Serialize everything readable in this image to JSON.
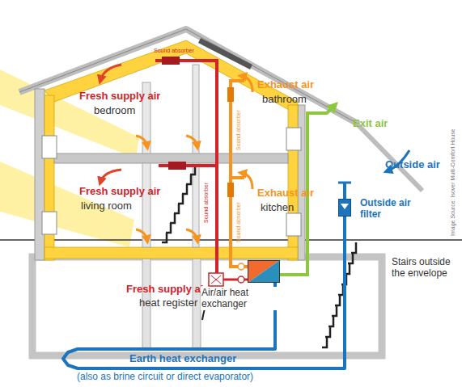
{
  "diagram": {
    "nodes": [
      {
        "text": [
          "Air/air heat exchanger"
        ]
      },
      {
        "text": [
          "Outside air filter"
        ]
      }
    ],
    "edges": [
      {
        "from": 1,
        "to": 0,
        "arrow": "none"
      }
    ],
    "labels": [
      "Sound absorber",
      "Fresh supply air",
      "bedroom",
      "Exhaust air",
      "bathroom",
      "Sound absorber",
      "Exit air",
      "Outside air",
      "Fresh supply air",
      "living room",
      "Sound absorber",
      "Exhaust air",
      "kitchen",
      "Sound absorber",
      "Image Source: Isover Multi-Comfort House",
      "Stairs outside the envelope",
      "Fresh supply air",
      "heat register",
      "Earth heat exchanger",
      "(also as brine circuit or direct evaporator)"
    ]
  }
}
